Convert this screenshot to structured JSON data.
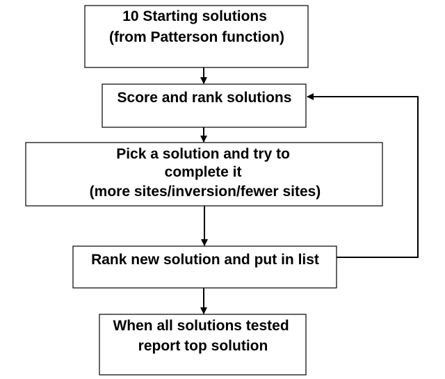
{
  "nodes": [
    {
      "id": "start",
      "lines": [
        "10 Starting solutions",
        "(from Patterson function)"
      ]
    },
    {
      "id": "score",
      "lines": [
        "Score and rank solutions"
      ]
    },
    {
      "id": "pick",
      "lines": [
        "Pick a solution and try to",
        "complete it",
        "(more sites/inversion/fewer sites)"
      ]
    },
    {
      "id": "rank",
      "lines": [
        "Rank new solution and put in list"
      ]
    },
    {
      "id": "report",
      "lines": [
        "When all solutions tested",
        "report top solution"
      ]
    }
  ],
  "edges": [
    {
      "from": "start",
      "to": "score"
    },
    {
      "from": "score",
      "to": "pick"
    },
    {
      "from": "pick",
      "to": "rank"
    },
    {
      "from": "rank",
      "to": "report"
    },
    {
      "from": "rank",
      "to": "score",
      "kind": "loop-back"
    }
  ],
  "colors": {
    "stroke": "#000000",
    "text": "#000000",
    "fill": "#ffffff"
  }
}
